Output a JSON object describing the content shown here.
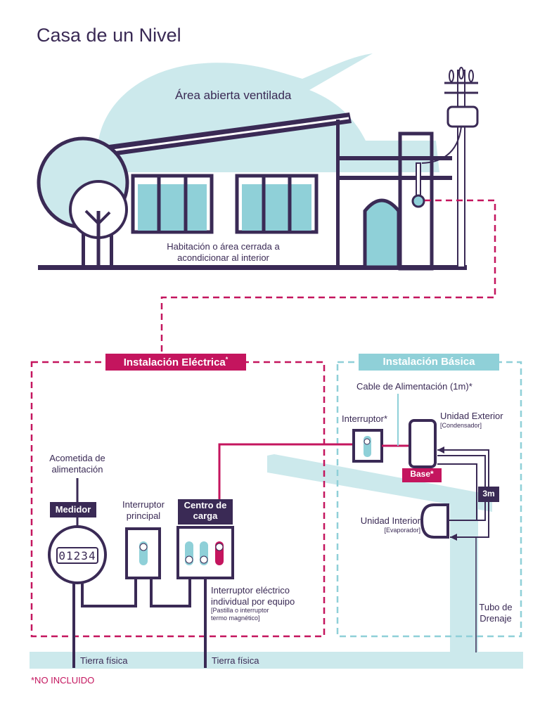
{
  "title": "Casa de un Nivel",
  "house": {
    "sky_label": "Área abierta ventilada",
    "room_label_line1": "Habitación o área cerrada a",
    "room_label_line2": "acondicionar al interior"
  },
  "electrical": {
    "title": "Instalación Eléctrica",
    "title_mark": "*",
    "acometida_line1": "Acometida de",
    "acometida_line2": "alimentación",
    "meter_tag": "Medidor",
    "meter_reading": "01234",
    "main_breaker_line1": "Interruptor",
    "main_breaker_line2": "principal",
    "load_center_line1": "Centro de",
    "load_center_line2": "carga",
    "breaker_label_line1": "Interruptor eléctrico",
    "breaker_label_line2": "individual por equipo",
    "breaker_note_line1": "[Pastilla o interruptor",
    "breaker_note_line2": "termo magnético]",
    "ground_1": "Tierra física",
    "ground_2": "Tierra física"
  },
  "basic": {
    "title": "Instalación Básica",
    "power_cable": "Cable de Alimentación (1m)*",
    "switch_label": "Interruptor*",
    "outdoor_unit": "Unidad Exterior",
    "outdoor_unit_note": "[Condensador]",
    "base_tag": "Base*",
    "distance_tag": "3m",
    "indoor_unit": "Unidad Interior",
    "indoor_unit_note": "[Evaporador]",
    "drain_line1": "Tubo de",
    "drain_line2": "Drenaje"
  },
  "footnote": "*NO INCLUIDO",
  "colors": {
    "purple": "#3a2a55",
    "light_blue": "#cce9ec",
    "teal": "#8fd0d8",
    "magenta": "#c4155e"
  }
}
